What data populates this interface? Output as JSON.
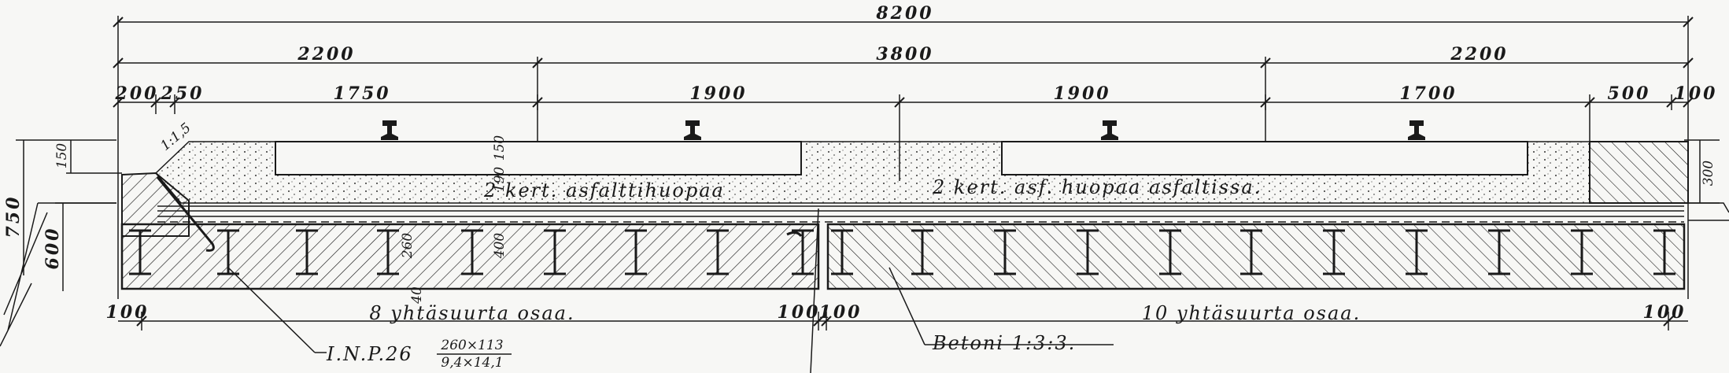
{
  "dimensions": {
    "overall": "8200",
    "left_span": "2200",
    "middle_span": "3800",
    "right_span": "2200",
    "left_edge_a": "200",
    "left_edge_b": "250",
    "seg_1": "1750",
    "seg_2": "1900",
    "seg_3": "1900",
    "seg_4": "1700",
    "right_edge_a": "500",
    "right_edge_b": "100",
    "height_total": "750",
    "height_deck": "600",
    "left_top": "150",
    "right_side": "300",
    "inner_150": "150",
    "inner_190": "190",
    "inner_400": "400",
    "inner_260": "260",
    "inner_40": "40",
    "bottom_left_100": "100",
    "bottom_mid_100a": "100",
    "bottom_mid_100b": "100",
    "bottom_right_100": "100",
    "slope": "1:1,5"
  },
  "labels": {
    "left_parts": "8 yhtäsuurta osaa.",
    "right_parts": "10 yhtäsuurta osaa.",
    "waterproof_left": "2 kert. asfalttihuopaa",
    "waterproof_right": "2 kert. asf. huopaa asfaltissa.",
    "concrete": "Betoni 1:3:3.",
    "beam_name": "I.N.P.26",
    "beam_num": "260×113",
    "beam_den": "9,4×14,1"
  },
  "colors": {
    "ink": "#1a1a1a",
    "paper": "#f7f7f5"
  }
}
